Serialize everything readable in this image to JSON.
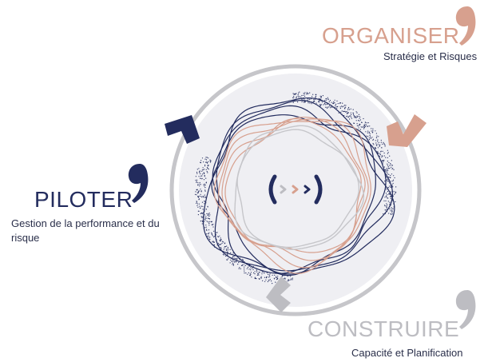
{
  "colors": {
    "organiser": "#d7a08e",
    "piloter": "#232c5e",
    "construire": "#bdbdc2",
    "ring": "#c6c6ca",
    "disc": "#efeff3"
  },
  "center_glyph": "( › › › )",
  "stages": [
    {
      "id": "organiser",
      "title": "ORGANISER",
      "subtitle": "Stratégie et Risques",
      "icon": "quote-mark-icon"
    },
    {
      "id": "piloter",
      "title": "PILOTER",
      "subtitle": "Gestion de la performance et du risque",
      "icon": "quote-mark-icon"
    },
    {
      "id": "construire",
      "title": "CONSTRUIRE",
      "subtitle": "Capacité et Planification",
      "icon": "quote-mark-icon"
    }
  ]
}
